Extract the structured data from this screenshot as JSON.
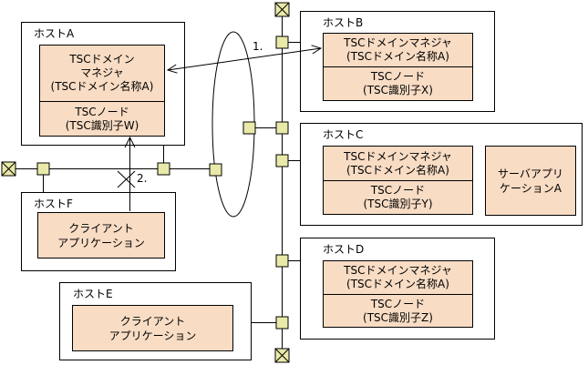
{
  "hosts": {
    "a": {
      "label": "ホストA",
      "manager": "TSCドメイン\nマネジャ\n(TSCドメイン名称A)",
      "node": "TSCノード\n(TSC識別子W)"
    },
    "b": {
      "label": "ホストB",
      "manager": "TSCドメインマネジャ\n(TSCドメイン名称A)",
      "node": "TSCノード\n(TSC識別子X)"
    },
    "c": {
      "label": "ホストC",
      "manager": "TSCドメインマネジャ\n(TSCドメイン名称A)",
      "node": "TSCノード\n(TSC識別子Y)",
      "server_app": "サーバアプリ\nケーションA"
    },
    "d": {
      "label": "ホストD",
      "manager": "TSCドメインマネジャ\n(TSCドメイン名称A)",
      "node": "TSCノード\n(TSC識別子Z)"
    },
    "e": {
      "label": "ホストE",
      "client_app": "クライアント\nアプリケーション"
    },
    "f": {
      "label": "ホストF",
      "client_app": "クライアント\nアプリケーション"
    }
  },
  "annotations": {
    "step1": "1.",
    "step2": "2."
  },
  "icons": {
    "terminator": "crossed-box-network-terminator",
    "connector": "network-attachment-square",
    "cross": "x-cross-mark"
  },
  "colors": {
    "box_fill": "#f8dcc4",
    "connector_fill": "#e9e9a9",
    "line": "#000000",
    "background": "#ffffff"
  }
}
